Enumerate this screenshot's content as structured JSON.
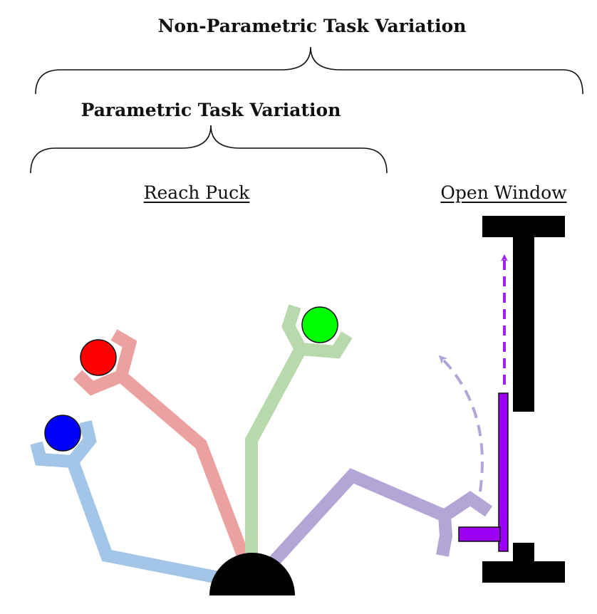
{
  "labels": {
    "non_parametric": "Non-Parametric Task Variation",
    "parametric": "Parametric Task Variation",
    "reach_puck": "Reach Puck",
    "open_window": "Open Window"
  },
  "colors": {
    "blue_arm": "#a3c6e8",
    "red_arm": "#eba19f",
    "green_arm": "#b8d9ab",
    "purple_arm": "#b3a6d6",
    "blue_puck": "#0000ff",
    "red_puck": "#ff0000",
    "green_puck": "#00ff00",
    "window_handle": "#9b00f5",
    "arrow_straight": "#a020f0",
    "arrow_curved": "#b3a6d6",
    "frame": "#000000"
  }
}
